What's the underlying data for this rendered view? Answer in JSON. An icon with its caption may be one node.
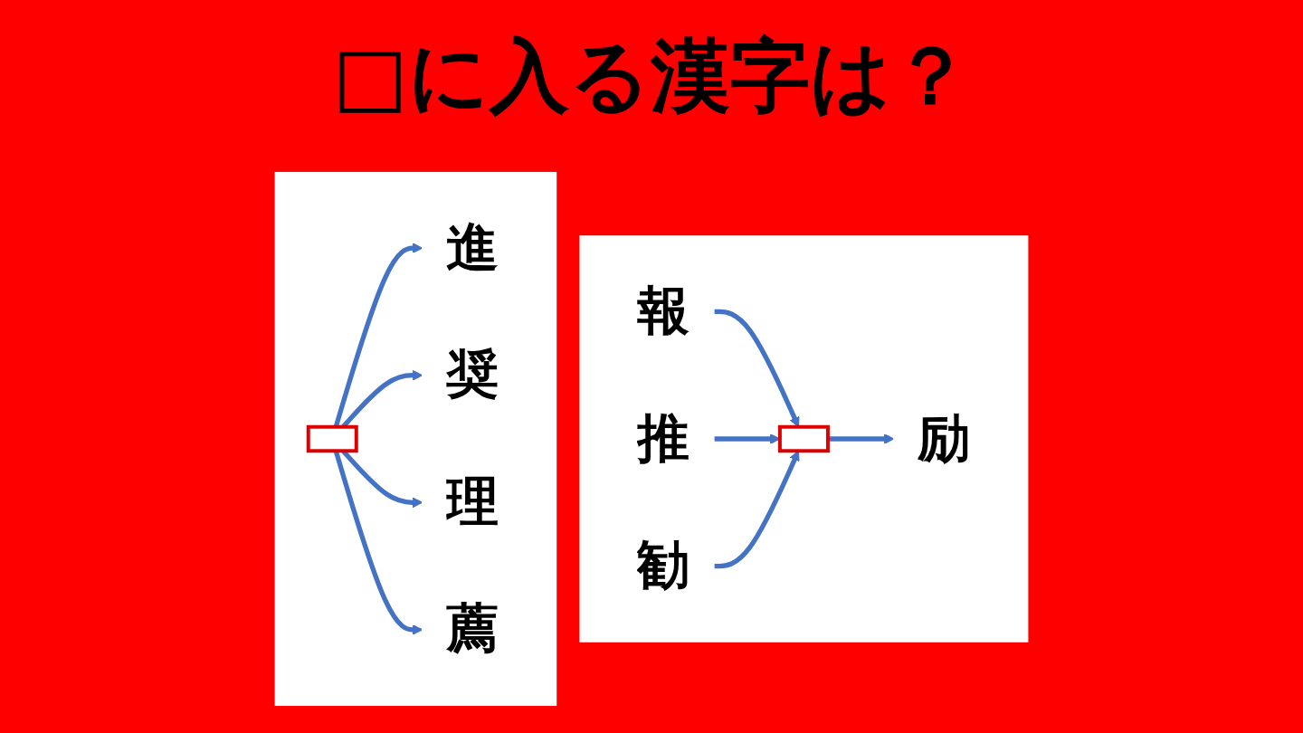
{
  "diagram": {
    "title": "□に入る漢字は？",
    "nodes": [
      {
        "text": [],
        "shape": "box"
      },
      {
        "text": [
          "報"
        ],
        "in": 0
      },
      {
        "text": [
          "推"
        ],
        "in": 0
      },
      {
        "text": [],
        "shape": "box",
        "in": 0
      },
      {
        "text": [
          "励"
        ],
        "in": 0
      },
      {
        "text": [
          "勧"
        ],
        "in": 0
      },
      {
        "text": [],
        "shape": "box"
      },
      {
        "text": [
          "進"
        ],
        "in": 6
      },
      {
        "text": [
          "奨"
        ],
        "in": 6
      },
      {
        "text": [],
        "shape": "box",
        "in": 6
      },
      {
        "text": [
          "理"
        ],
        "in": 6
      },
      {
        "text": [
          "薦"
        ],
        "in": 6
      }
    ],
    "edges": [
      {
        "from": 1,
        "to": 3,
        "arrow": "to"
      },
      {
        "from": 2,
        "to": 3,
        "arrow": "to"
      },
      {
        "from": 3,
        "to": 4,
        "arrow": "to"
      },
      {
        "from": 5,
        "to": 3,
        "arrow": "to"
      },
      {
        "from": 9,
        "to": 7,
        "arrow": "to"
      },
      {
        "from": 9,
        "to": 8,
        "arrow": "to"
      },
      {
        "from": 9,
        "to": 10,
        "arrow": "to"
      },
      {
        "from": 9,
        "to": 11,
        "arrow": "to"
      }
    ]
  }
}
